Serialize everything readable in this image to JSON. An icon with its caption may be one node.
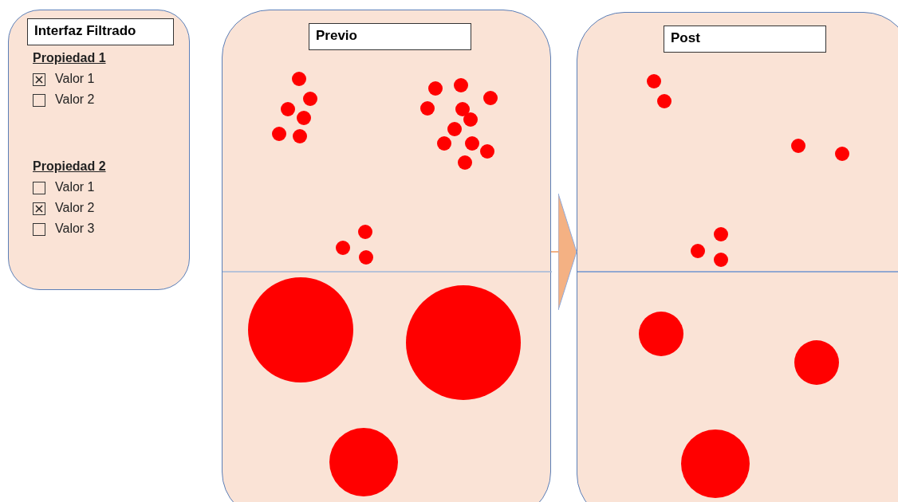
{
  "diagram": {
    "nodes": [
      {
        "text": [
          "Interfaz Filtrado"
        ]
      },
      {
        "text": [
          "Previo"
        ]
      },
      {
        "text": [
          "Post"
        ]
      }
    ],
    "edges": [
      {
        "from": 1,
        "to": 2,
        "arrow": "to"
      }
    ],
    "labels": [
      "Propiedad 1",
      "Valor 1",
      "Valor 2",
      "Propiedad 2",
      "Valor 1",
      "Valor 2",
      "Valor 3"
    ]
  }
}
